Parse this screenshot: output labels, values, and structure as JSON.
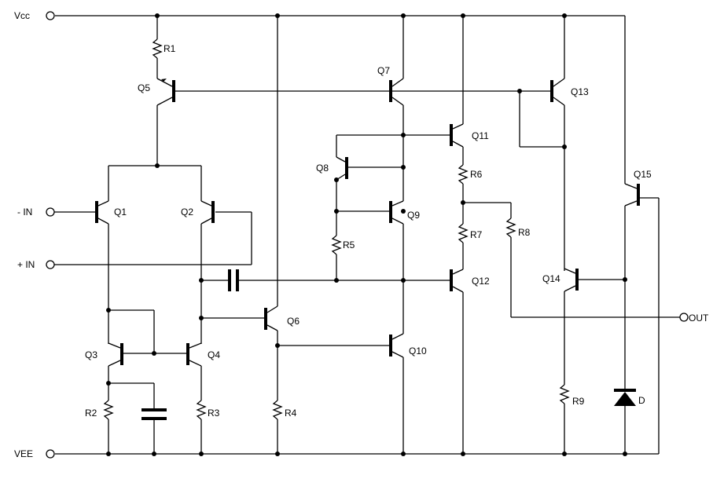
{
  "terminals": {
    "vcc": "Vcc",
    "vee": "VEE",
    "minus_in": "- IN",
    "plus_in": "+ IN",
    "out": "OUT"
  },
  "transistors": {
    "q1": "Q1",
    "q2": "Q2",
    "q3": "Q3",
    "q4": "Q4",
    "q5": "Q5",
    "q6": "Q6",
    "q7": "Q7",
    "q8": "Q8",
    "q9": "Q9",
    "q10": "Q10",
    "q11": "Q11",
    "q12": "Q12",
    "q13": "Q13",
    "q14": "Q14",
    "q15": "Q15"
  },
  "resistors": {
    "r1": "R1",
    "r2": "R2",
    "r3": "R3",
    "r4": "R4",
    "r5": "R5",
    "r6": "R6",
    "r7": "R7",
    "r8": "R8",
    "r9": "R9"
  },
  "diode": {
    "d": "D"
  },
  "colors": {
    "ink": "#000000",
    "background": "#ffffff"
  }
}
